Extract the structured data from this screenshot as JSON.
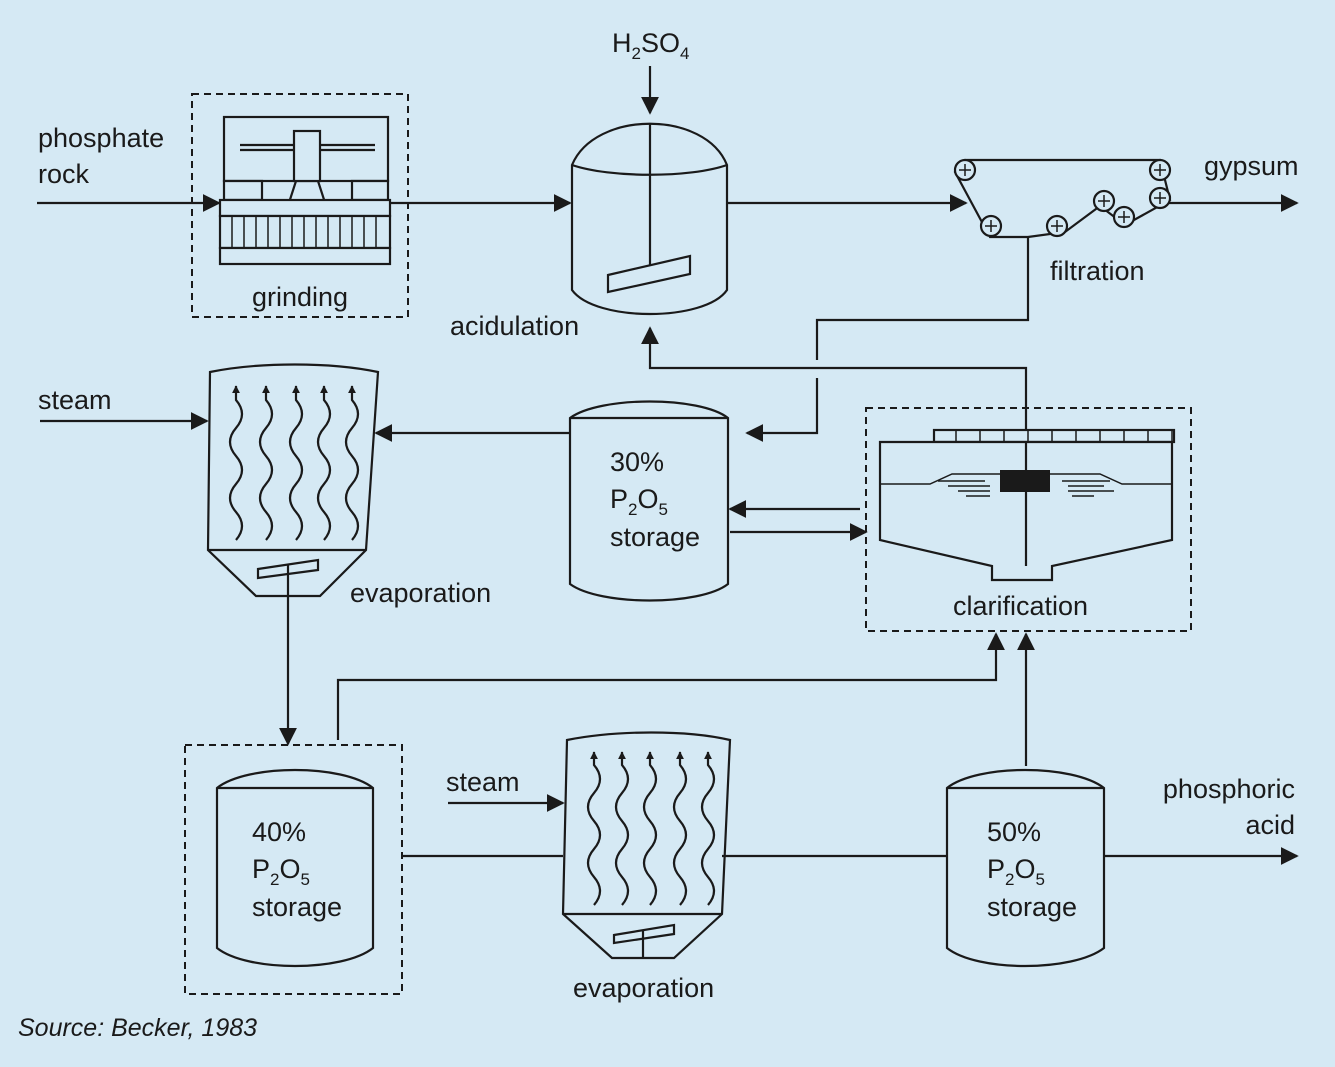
{
  "inputs": {
    "phosphate_rock_line1": "phosphate",
    "phosphate_rock_line2": "rock",
    "h2so4_base_h": "H",
    "h2so4_sub_2": "2",
    "h2so4_mid": "SO",
    "h2so4_sub_4": "4",
    "steam_top": "steam",
    "steam_bottom": "steam"
  },
  "units": {
    "grinding": "grinding",
    "acidulation": "acidulation",
    "filtration": "filtration",
    "evaporation_top": "evaporation",
    "evaporation_bottom": "evaporation",
    "clarification": "clarification"
  },
  "outputs": {
    "gypsum": "gypsum",
    "phosphoric_acid_line1": "phosphoric",
    "phosphoric_acid_line2": "acid"
  },
  "storage_tanks": [
    {
      "percent": "30%",
      "p": "P",
      "sub2": "2",
      "o": "O",
      "sub5": "5",
      "label": "storage"
    },
    {
      "percent": "40%",
      "p": "P",
      "sub2": "2",
      "o": "O",
      "sub5": "5",
      "label": "storage"
    },
    {
      "percent": "50%",
      "p": "P",
      "sub2": "2",
      "o": "O",
      "sub5": "5",
      "label": "storage"
    }
  ],
  "source": "Source: Becker, 1983"
}
